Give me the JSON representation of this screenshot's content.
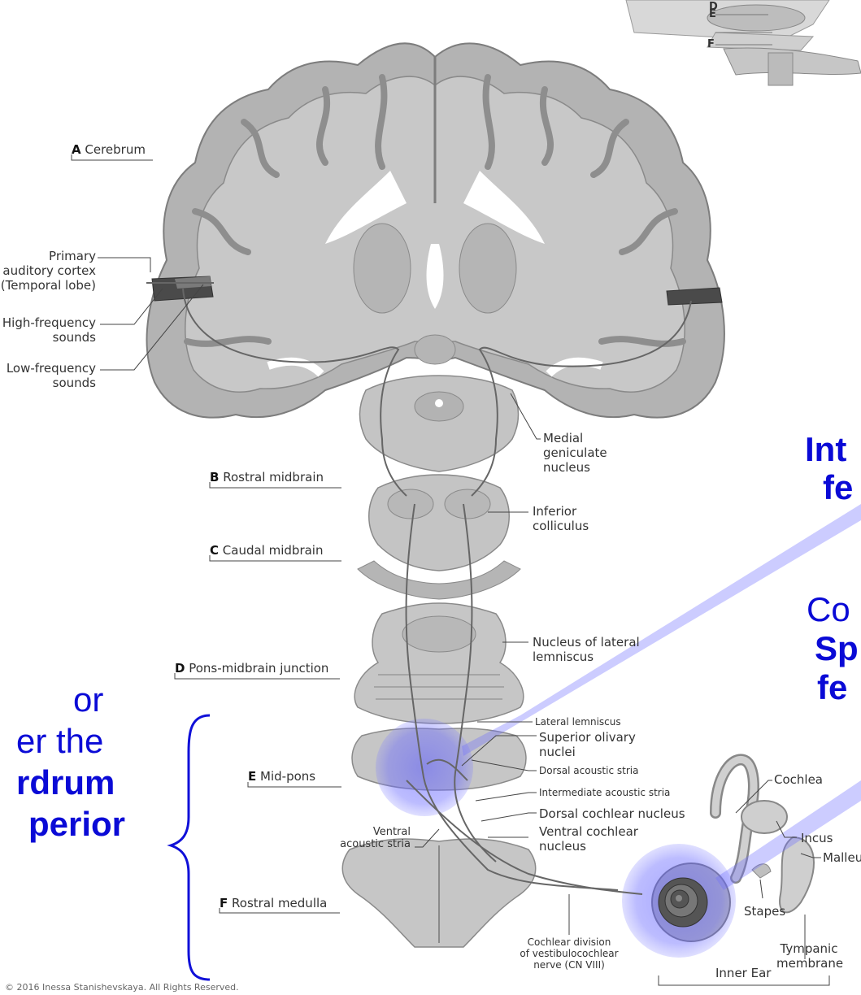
{
  "structure_labels": {
    "A_letter": "A",
    "A_name": "Cerebrum",
    "B_letter": "B",
    "B_name": "Rostral midbrain",
    "C_letter": "C",
    "C_name": "Caudal midbrain",
    "D_letter": "D",
    "D_name": "Pons-midbrain junction",
    "E_letter": "E",
    "E_name": "Mid-pons",
    "F_letter": "F",
    "F_name": "Rostral medulla"
  },
  "left_labels": {
    "primary_auditory_1": "Primary",
    "primary_auditory_2": "auditory cortex",
    "primary_auditory_3": "(Temporal lobe)",
    "high_freq_1": "High-frequency",
    "high_freq_2": "sounds",
    "low_freq_1": "Low-frequency",
    "low_freq_2": "sounds",
    "ventral_stria_1": "Ventral",
    "ventral_stria_2": "acoustic stria"
  },
  "right_labels": {
    "medial_geniculate_1": "Medial",
    "medial_geniculate_2": "geniculate",
    "medial_geniculate_3": "nucleus",
    "inferior_colliculus_1": "Inferior",
    "inferior_colliculus_2": "colliculus",
    "lateral_lemniscus_nucleus_1": "Nucleus of lateral",
    "lateral_lemniscus_nucleus_2": "lemniscus",
    "lateral_lemniscus": "Lateral lemniscus",
    "superior_olivary_1": "Superior olivary",
    "superior_olivary_2": "nuclei",
    "dorsal_stria": "Dorsal acoustic stria",
    "intermediate_stria": "Intermediate acoustic stria",
    "dorsal_cochlear": "Dorsal cochlear nucleus",
    "ventral_cochlear_1": "Ventral cochlear",
    "ventral_cochlear_2": "nucleus",
    "cochlear_division_1": "Cochlear division",
    "cochlear_division_2": "of vestibulocochlear",
    "cochlear_division_3": "nerve (CN VIII)"
  },
  "ear_labels": {
    "cochlea": "Cochlea",
    "incus": "Incus",
    "malleus": "Malleus",
    "stapes": "Stapes",
    "tympanic_1": "Tympanic",
    "tympanic_2": "membrane",
    "inner_ear": "Inner Ear"
  },
  "inset_labels": {
    "d": "D",
    "e": "E",
    "f": "F"
  },
  "overlay_text": {
    "right_1": "Int",
    "right_2": "fe",
    "right_3": "Co",
    "right_4": "Sp",
    "right_5": "fe",
    "left_1": "or",
    "left_2": "er the",
    "left_3": "rdrum",
    "left_4": "perior"
  },
  "copyright": "© 2016 Inessa Stanishevskaya. All Rights Reserved.",
  "colors": {
    "brain_fill": "#c8c8c8",
    "cortex_fill": "#b3b3b3",
    "pathway_line": "#666666",
    "highlight": "#6d6dff",
    "overlay_text": "#0a0ad6"
  }
}
